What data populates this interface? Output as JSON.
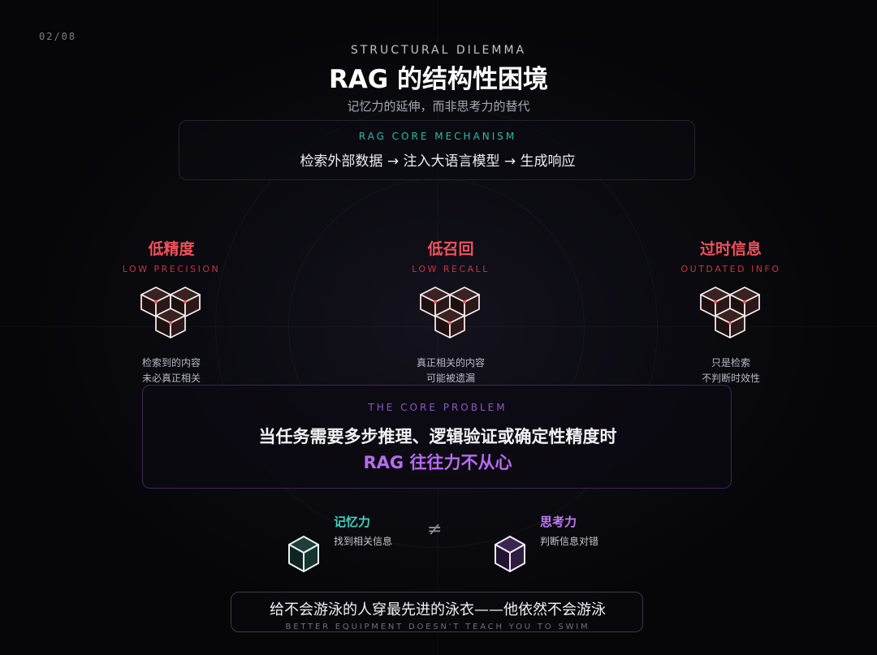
{
  "page_number": "02/08",
  "header": {
    "eyebrow": "STRUCTURAL DILEMMA",
    "title": "RAG 的结构性困境",
    "subtitle": "记忆力的延伸，而非思考力的替代"
  },
  "mechanism": {
    "label": "RAG CORE MECHANISM",
    "text": "检索外部数据 → 注入大语言模型 → 生成响应"
  },
  "issues": [
    {
      "title": "低精度",
      "subtitle": "LOW PRECISION",
      "desc_line1": "检索到的内容",
      "desc_line2": "未必真正相关",
      "icon": "cube-cluster-icon"
    },
    {
      "title": "低召回",
      "subtitle": "LOW RECALL",
      "desc_line1": "真正相关的内容",
      "desc_line2": "可能被遗漏",
      "icon": "cube-cluster-icon"
    },
    {
      "title": "过时信息",
      "subtitle": "OUTDATED INFO",
      "desc_line1": "只是检索",
      "desc_line2": "不判断时效性",
      "icon": "cube-cluster-icon"
    }
  ],
  "problem": {
    "label": "THE CORE PROBLEM",
    "text": "当任务需要多步推理、逻辑验证或确定性精度时",
    "accent": "RAG 往往力不从心"
  },
  "comparison": {
    "memory": {
      "title": "记忆力",
      "desc": "找到相关信息",
      "icon": "teal-cube-icon"
    },
    "thinking": {
      "title": "思考力",
      "desc": "判断信息对错",
      "icon": "purple-cube-icon"
    },
    "neq": "≠"
  },
  "quote": {
    "text": "给不会游泳的人穿最先进的泳衣——他依然不会游泳",
    "en": "BETTER EQUIPMENT DOESN'T TEACH YOU TO SWIM"
  },
  "colors": {
    "accent_red": "#f0525d",
    "accent_teal": "#2fb9a9",
    "accent_purple": "#b76af0",
    "background": "#07070b"
  }
}
